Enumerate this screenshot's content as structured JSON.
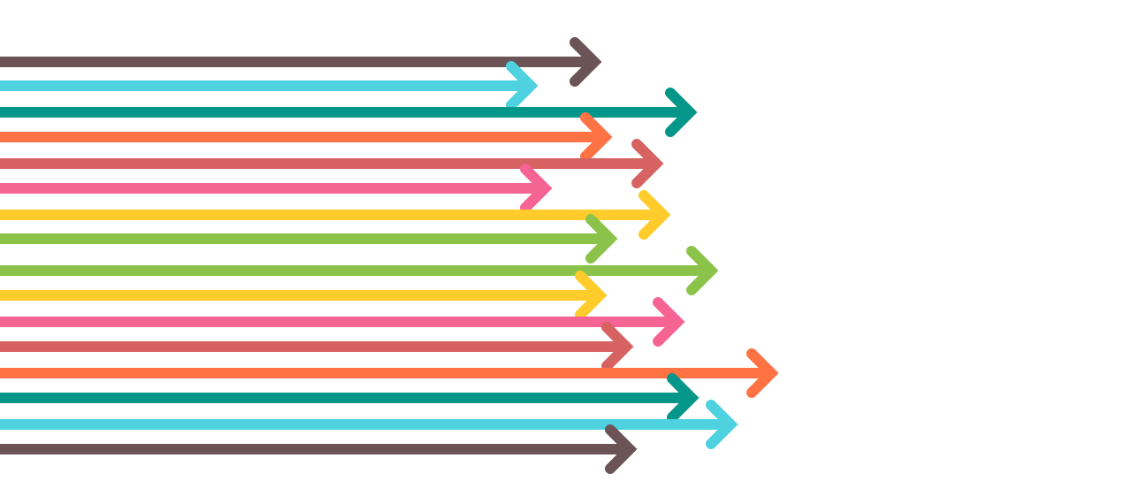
{
  "image": {
    "background": "#ffffff",
    "arrows": [
      {
        "color": "#6b5356",
        "length": 0.55
      },
      {
        "color": "#4fd2e0",
        "length": 0.55
      },
      {
        "color": "#05968a",
        "length": 0.55
      },
      {
        "color": "#ff7244",
        "length": 0.55
      },
      {
        "color": "#d66262",
        "length": 0.55
      },
      {
        "color": "#f56493",
        "length": 0.55
      },
      {
        "color": "#ffcc2b",
        "length": 0.55
      },
      {
        "color": "#8bc34a",
        "length": 0.55
      },
      {
        "color": "#8bc34a",
        "length": 0.55
      },
      {
        "color": "#ffcc2b",
        "length": 0.55
      },
      {
        "color": "#f56493",
        "length": 0.55
      },
      {
        "color": "#d66262",
        "length": 0.55
      },
      {
        "color": "#ff7244",
        "length": 0.55
      },
      {
        "color": "#05968a",
        "length": 0.55
      },
      {
        "color": "#4fd2e0",
        "length": 0.55
      },
      {
        "color": "#6b5356",
        "length": 0.55
      }
    ]
  }
}
